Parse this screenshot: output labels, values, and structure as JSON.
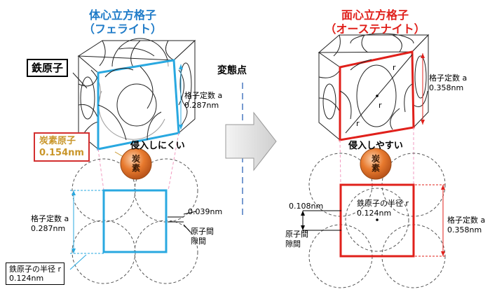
{
  "left": {
    "title_line1": "体心立方格子",
    "title_line2": "（フェライト）",
    "iron_atom_label": "鉄原子",
    "carbon_atom_label": "炭素原子",
    "carbon_atom_size": "0.154nm",
    "lattice_label": "格子定数 a",
    "lattice_value": "0.287nm",
    "penetrate_label": "侵入しにくい",
    "gap_value": "0.039nm",
    "gap_label_line1": "原子間",
    "gap_label_line2": "隙間",
    "lower_lattice_label": "格子定数 a",
    "lower_lattice_value": "0.287nm",
    "radius_label": "鉄原子の半径 r",
    "radius_value": "0.124nm"
  },
  "center": {
    "transform_label": "変態点"
  },
  "right": {
    "title_line1": "面心立方格子",
    "title_line2": "（オーステナイト）",
    "lattice_label": "格子定数 a",
    "lattice_value": "0.358nm",
    "penetrate_label": "侵入しやすい",
    "gap_value": "0.108nm",
    "gap_label_line1": "原子間",
    "gap_label_line2": "隙間",
    "radius_label": "鉄原子の半径 r",
    "radius_value": "0.124nm",
    "lower_lattice_label": "格子定数 a",
    "lower_lattice_value": "0.358nm",
    "r_mark": "r"
  },
  "carbon_ball": {
    "char1": "炭",
    "char2": "素"
  },
  "colors": {
    "bcc_title": "#1f7bc8",
    "fcc_title": "#e0201b",
    "bcc_accent": "#29a8e0",
    "fcc_accent": "#e0201b",
    "carbon_label": "#c9962a",
    "carbon_box_border": "#d32f2f",
    "carbon_ball": "#e87a2e"
  }
}
